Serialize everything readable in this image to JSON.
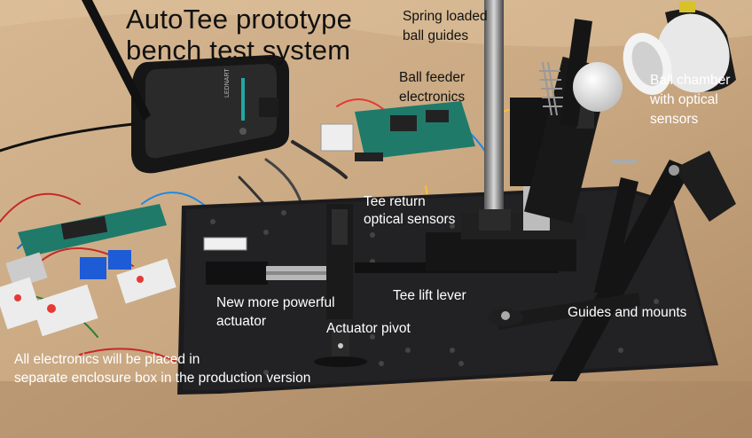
{
  "title": {
    "line1": "AutoTee prototype",
    "line2": "bench test system"
  },
  "annotations": {
    "spring_guides": {
      "line1": "Spring loaded",
      "line2": "ball guides"
    },
    "ball_feeder": {
      "line1": "Ball feeder",
      "line2": "electronics"
    },
    "ball_chamber": {
      "line1": "Ball chamber",
      "line2": "with optical",
      "line3": "sensors"
    },
    "tee_return": {
      "line1": "Tee return",
      "line2": "optical sensors"
    },
    "tee_lift": "Tee lift lever",
    "guides_mounts": "Guides and mounts",
    "actuator": {
      "line1": "New more powerful",
      "line2": "actuator"
    },
    "actuator_pivot": "Actuator pivot",
    "electronics_note": {
      "line1": "All electronics will be placed in",
      "line2": "separate enclosure box in the production version"
    }
  },
  "pedal_brand": "LEDNART",
  "colors": {
    "background_paper": "#c9a882",
    "base_board": "#1b1b1d",
    "pcb_green": "#1f7a6a",
    "label_dark": "#111111",
    "label_light": "#ffffff"
  }
}
